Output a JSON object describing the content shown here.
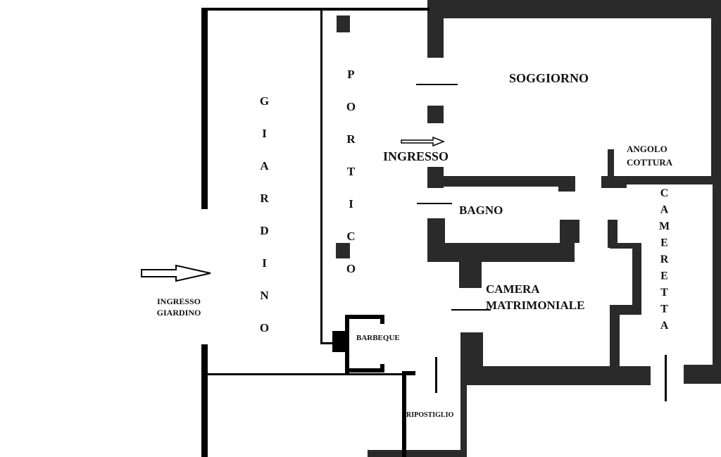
{
  "labels": {
    "soggiorno": "SOGGIORNO",
    "ingresso": "INGRESSO",
    "angolo_cottura_1": "ANGOLO",
    "angolo_cottura_2": "COTTURA",
    "bagno": "BAGNO",
    "camera_1": "CAMERA",
    "camera_2": "MATRIMONIALE",
    "cameretta": "CAMERETTA",
    "giardino": "GIARDINO",
    "portico": "PORTICO",
    "ingresso_giardino_1": "INGRESSO",
    "ingresso_giardino_2": "GIARDINO",
    "barbeque": "BARBEQUE",
    "ripostiglio": "RIPOSTIGLIO"
  },
  "colors": {
    "wall": "#2a2a2a",
    "line": "#000000"
  }
}
